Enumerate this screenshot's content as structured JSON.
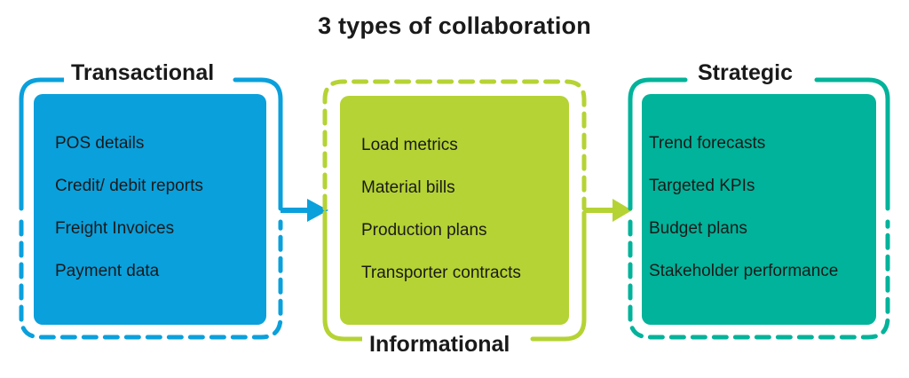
{
  "title": "3 types of collaboration",
  "colors": {
    "transactional": "#0aa0dc",
    "informational": "#b5d334",
    "strategic": "#00b39a"
  },
  "groups": [
    {
      "label": "Transactional",
      "items": [
        "POS details",
        "Credit/ debit reports",
        "Freight Invoices",
        "Payment data"
      ]
    },
    {
      "label": "Informational",
      "items": [
        "Load metrics",
        "Material bills",
        "Production plans",
        "Transporter contracts"
      ]
    },
    {
      "label": "Strategic",
      "items": [
        "Trend forecasts",
        "Targeted KPIs",
        "Budget plans",
        "Stakeholder performance"
      ]
    }
  ]
}
